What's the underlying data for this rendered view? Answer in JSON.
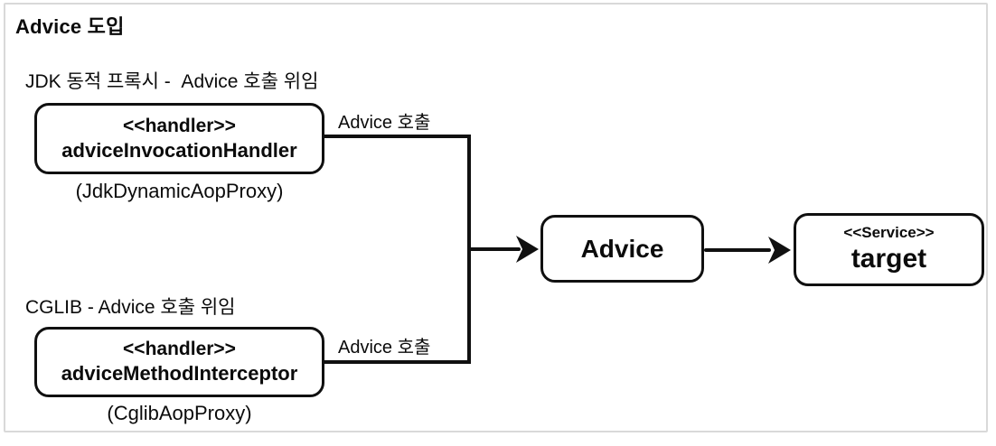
{
  "diagram": {
    "title": "Advice 도입",
    "jdk": {
      "label": "JDK 동적 프록시 -  Advice 호출 위임",
      "box": {
        "stereotype": "<<handler>>",
        "name": "adviceInvocationHandler"
      },
      "caption": "(JdkDynamicAopProxy)",
      "arrow_label": "Advice 호출"
    },
    "cglib": {
      "label": "CGLIB - Advice 호출 위임",
      "box": {
        "stereotype": "<<handler>>",
        "name": "adviceMethodInterceptor"
      },
      "caption": "(CglibAopProxy)",
      "arrow_label": "Advice 호출"
    },
    "advice_box": {
      "name": "Advice"
    },
    "target_box": {
      "stereotype": "<<Service>>",
      "name": "target"
    },
    "colors": {
      "line": "#101010",
      "frame_border": "#d9d9d9",
      "background": "#ffffff"
    }
  }
}
